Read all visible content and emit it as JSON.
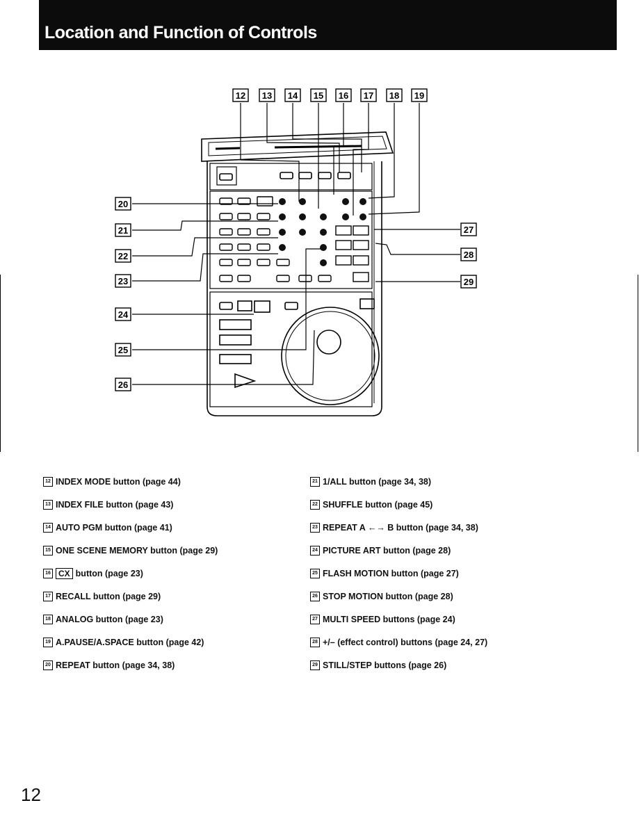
{
  "header": {
    "title": "Location and Function of Controls"
  },
  "diagram": {
    "top_callouts": [
      "12",
      "13",
      "14",
      "15",
      "16",
      "17",
      "18",
      "19"
    ],
    "left_callouts": [
      "20",
      "21",
      "22",
      "23",
      "24",
      "25",
      "26"
    ],
    "right_callouts": [
      "27",
      "28",
      "29"
    ]
  },
  "list_left": [
    {
      "num": "12",
      "text": "INDEX MODE button (page 44)"
    },
    {
      "num": "13",
      "text": "INDEX FILE button (page 43)"
    },
    {
      "num": "14",
      "text": "AUTO PGM button (page 41)"
    },
    {
      "num": "15",
      "text": "ONE SCENE MEMORY button (page 29)"
    },
    {
      "num": "16",
      "cx": "CX",
      "text": "button (page 23)"
    },
    {
      "num": "17",
      "text": "RECALL button (page 29)"
    },
    {
      "num": "18",
      "text": "ANALOG button (page 23)"
    },
    {
      "num": "19",
      "text": "A.PAUSE/A.SPACE button (page 42)"
    },
    {
      "num": "20",
      "text": "REPEAT button (page 34, 38)"
    }
  ],
  "list_right": [
    {
      "num": "21",
      "text": "1/ALL button (page 34, 38)"
    },
    {
      "num": "22",
      "text": "SHUFFLE button (page 45)"
    },
    {
      "num": "23",
      "text": "REPEAT A ←→ B button (page 34, 38)"
    },
    {
      "num": "24",
      "text": "PICTURE ART button (page 28)"
    },
    {
      "num": "25",
      "text": "FLASH MOTION button (page 27)"
    },
    {
      "num": "26",
      "text": "STOP MOTION button (page 28)"
    },
    {
      "num": "27",
      "text": "MULTI SPEED buttons (page 24)"
    },
    {
      "num": "28",
      "text": "+/– (effect control) buttons (page 24, 27)"
    },
    {
      "num": "29",
      "text": "STILL/STEP buttons (page 26)"
    }
  ],
  "page_number": "12"
}
